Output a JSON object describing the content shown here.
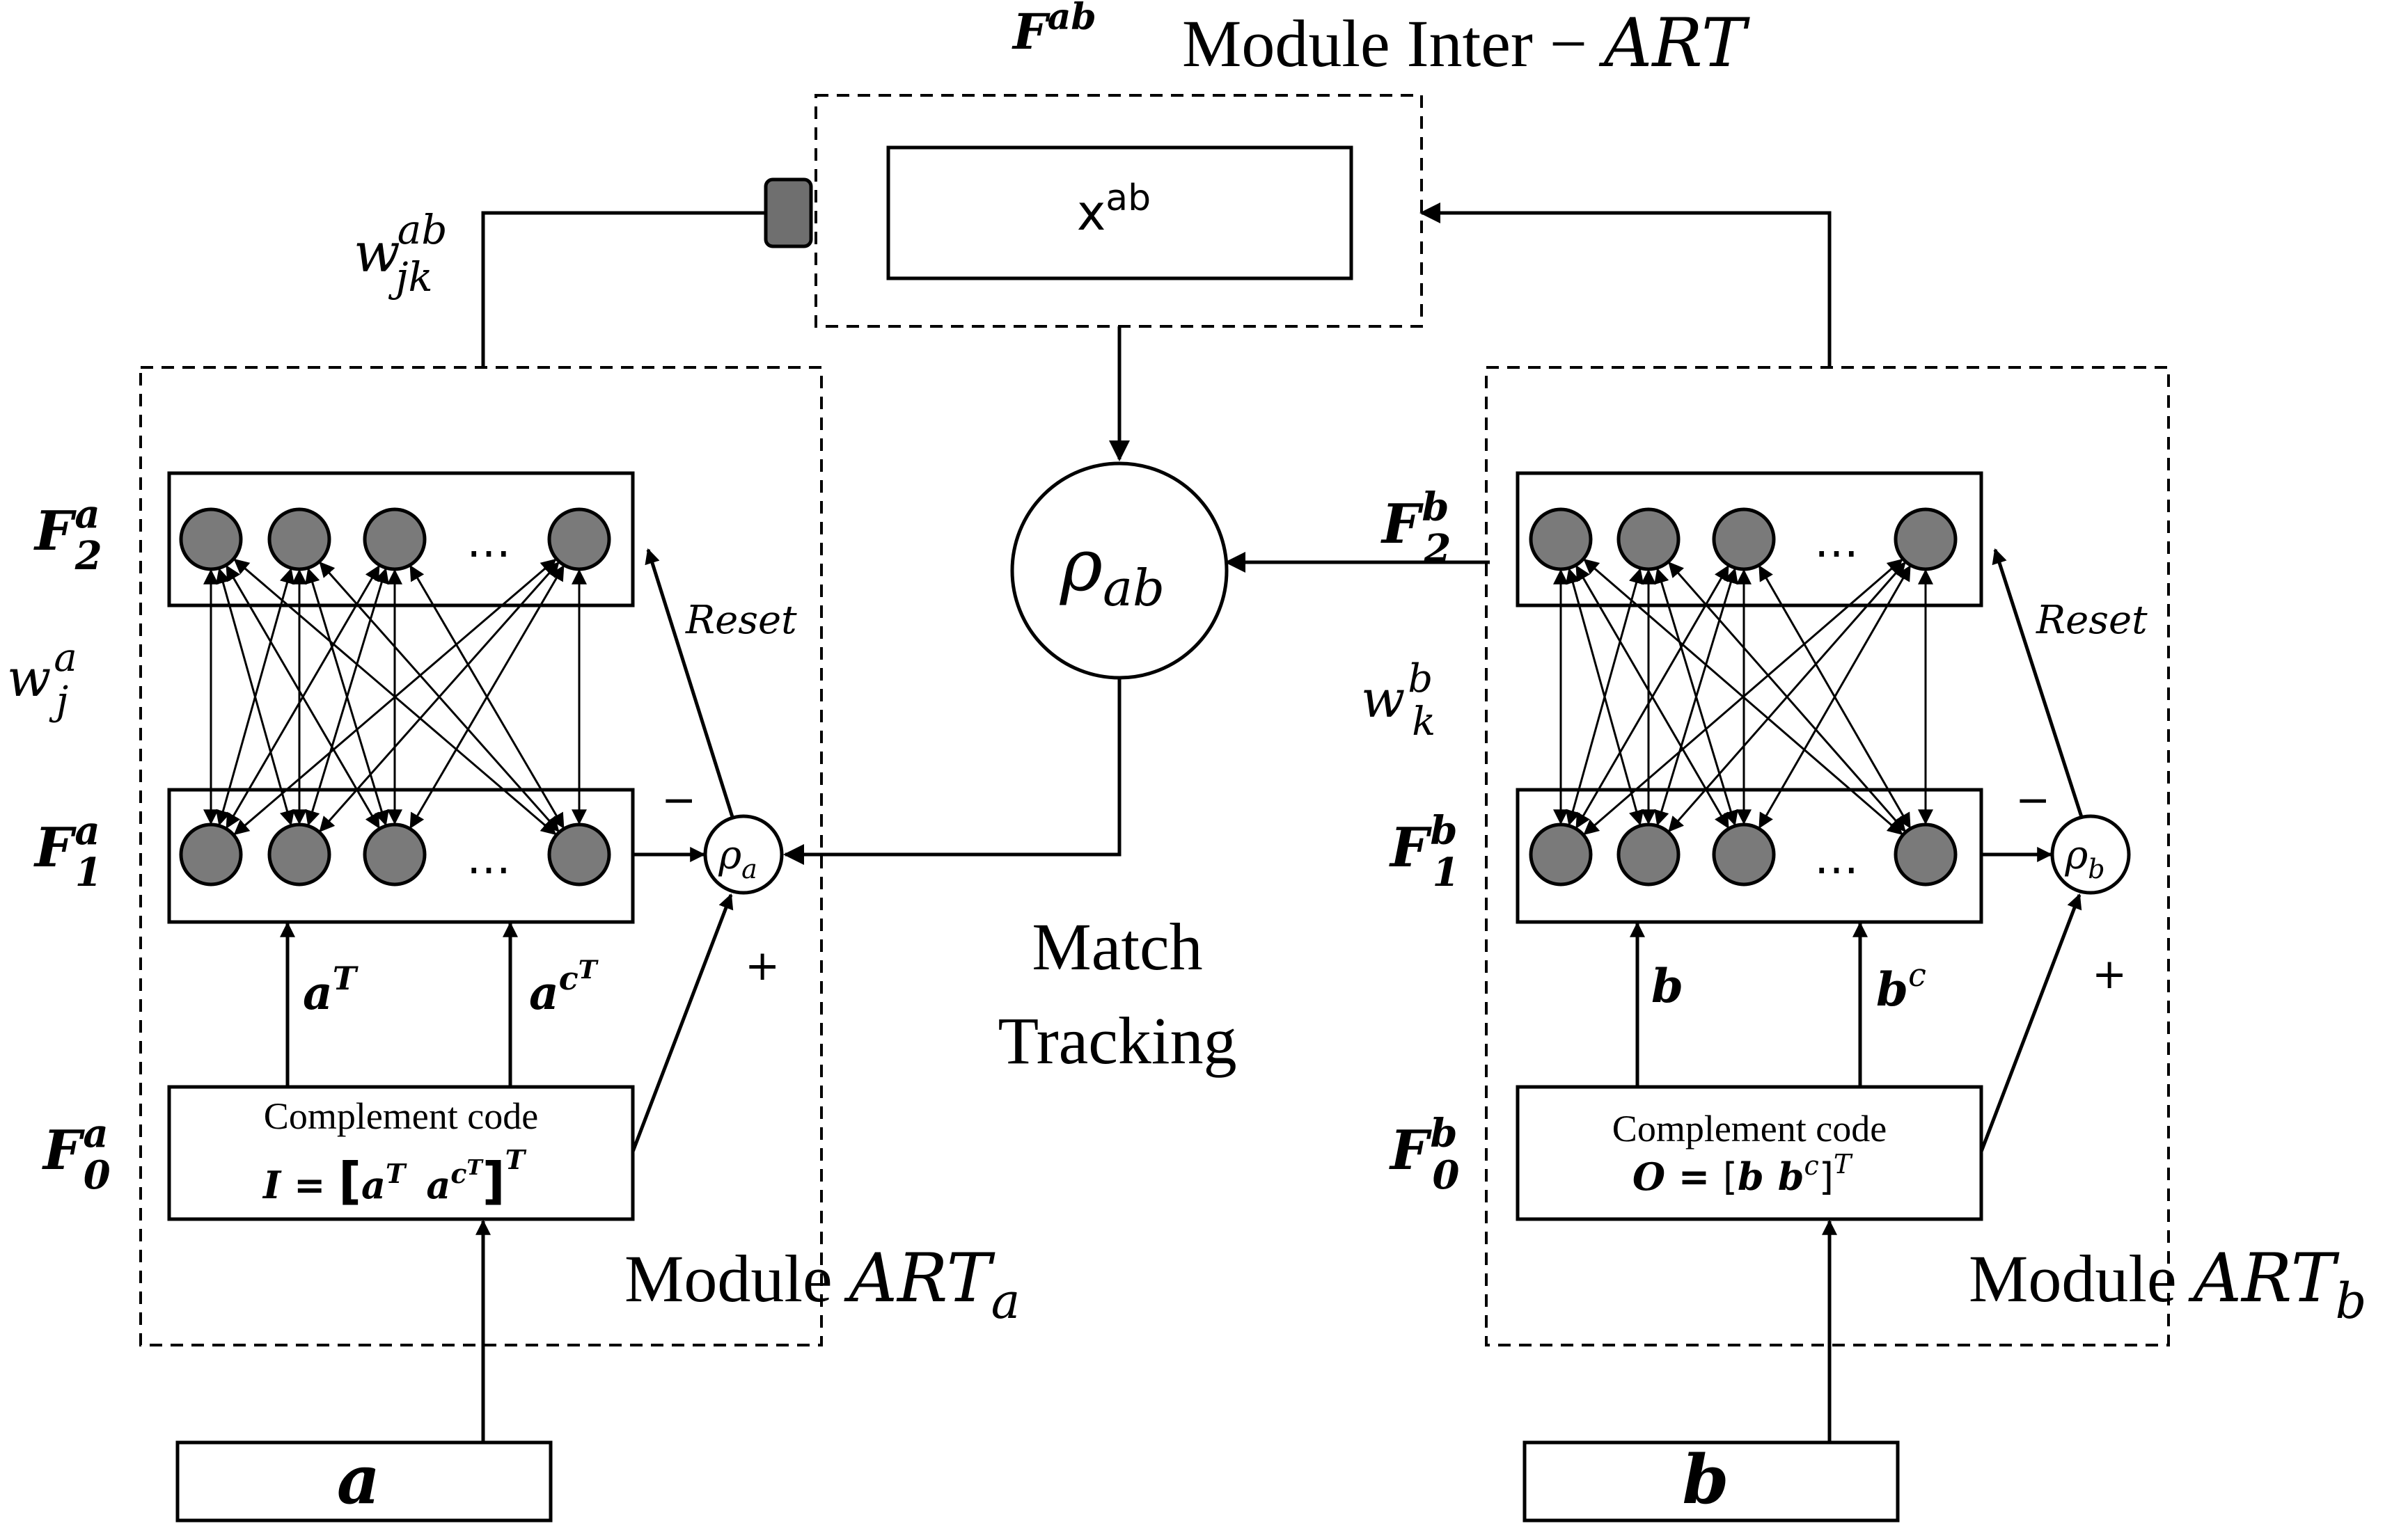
{
  "inter_module": {
    "layer_label_main": "F",
    "layer_label_sup": "ab",
    "title_text": "Module Inter − ",
    "title_art": "ART",
    "x_main": "x",
    "x_sup": "ab",
    "weight_main": "w",
    "weight_sup": "ab",
    "weight_sub": "jk"
  },
  "center": {
    "rho_main": "ρ",
    "rho_sub": "ab",
    "match_line1": "Match",
    "match_line2": "Tracking"
  },
  "art_a": {
    "module_text": "Module ",
    "module_art": "ART",
    "module_sub": "a",
    "f2_main": "F",
    "f2_sup": "a",
    "f2_sub": "2",
    "f1_main": "F",
    "f1_sup": "a",
    "f1_sub": "1",
    "f0_main": "F",
    "f0_sup": "a",
    "f0_sub": "0",
    "w_main": "w",
    "w_sup": "a",
    "w_sub": "j",
    "reset": "Reset",
    "minus": "−",
    "plus": "+",
    "rho_main": "ρ",
    "rho_sub": "a",
    "ellipsis": "…",
    "in1_main": "a",
    "in1_sup": "T",
    "in2_main": "a",
    "in2_sup": "c",
    "in2_supsup": "T",
    "cc_title": "Complement code",
    "cc_formula_lhs": "I",
    "cc_formula_eq": " = ",
    "cc_open": "[",
    "cc_a": "a",
    "cc_a_sup": "T",
    "cc_ac": "a",
    "cc_ac_sup": "c",
    "cc_ac_supsup": "T",
    "cc_close": "]",
    "cc_outer_sup": "T",
    "input_label": "a"
  },
  "art_b": {
    "module_text": "Module ",
    "module_art": "ART",
    "module_sub": "b",
    "f2_main": "F",
    "f2_sup": "b",
    "f2_sub": "2",
    "f1_main": "F",
    "f1_sup": "b",
    "f1_sub": "1",
    "f0_main": "F",
    "f0_sup": "b",
    "f0_sub": "0",
    "w_main": "w",
    "w_sup": "b",
    "w_sub": "k",
    "reset": "Reset",
    "minus": "−",
    "plus": "+",
    "rho_main": "ρ",
    "rho_sub": "b",
    "ellipsis": "…",
    "in1_main": "b",
    "in2_main": "b",
    "in2_sup": "c",
    "cc_title": "Complement code",
    "cc_formula_lhs": "O",
    "cc_formula_eq": " = ",
    "cc_open": "[",
    "cc_b": "b",
    "cc_bc": "b",
    "cc_bc_sup": "c",
    "cc_close": "]",
    "cc_outer_sup": "T",
    "input_label": "b"
  },
  "colors": {
    "node_fill": "#7a7a7a",
    "stroke": "#000000"
  }
}
